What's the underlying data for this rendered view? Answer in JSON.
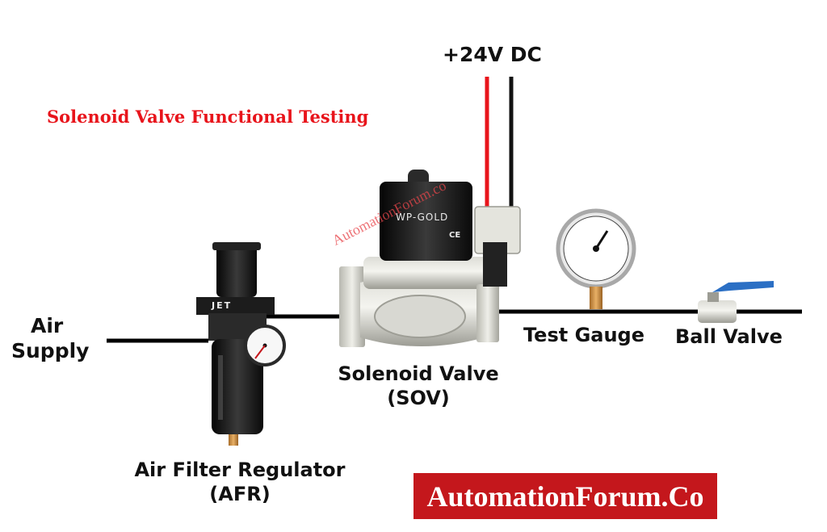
{
  "title": "Solenoid Valve Functional Testing",
  "power": {
    "label": "+24V DC"
  },
  "labels": {
    "air_supply": [
      "Air",
      "Supply"
    ],
    "afr": [
      "Air Filter Regulator",
      "(AFR)"
    ],
    "sov": [
      "Solenoid Valve",
      "(SOV)"
    ],
    "test_gauge": "Test Gauge",
    "ball_valve": "Ball Valve"
  },
  "valve_coil": {
    "brand": "WP-GOLD",
    "ce_mark": "CE"
  },
  "afr_brand": "JET",
  "watermark": "AutomationForum.co",
  "brand_banner": "AutomationForum.Co",
  "colors": {
    "title": "#e8141b",
    "banner": "#c4171c",
    "wire_positive": "#e8141b",
    "wire_negative": "#111111",
    "ball_valve_handle": "#2b6fc4"
  }
}
